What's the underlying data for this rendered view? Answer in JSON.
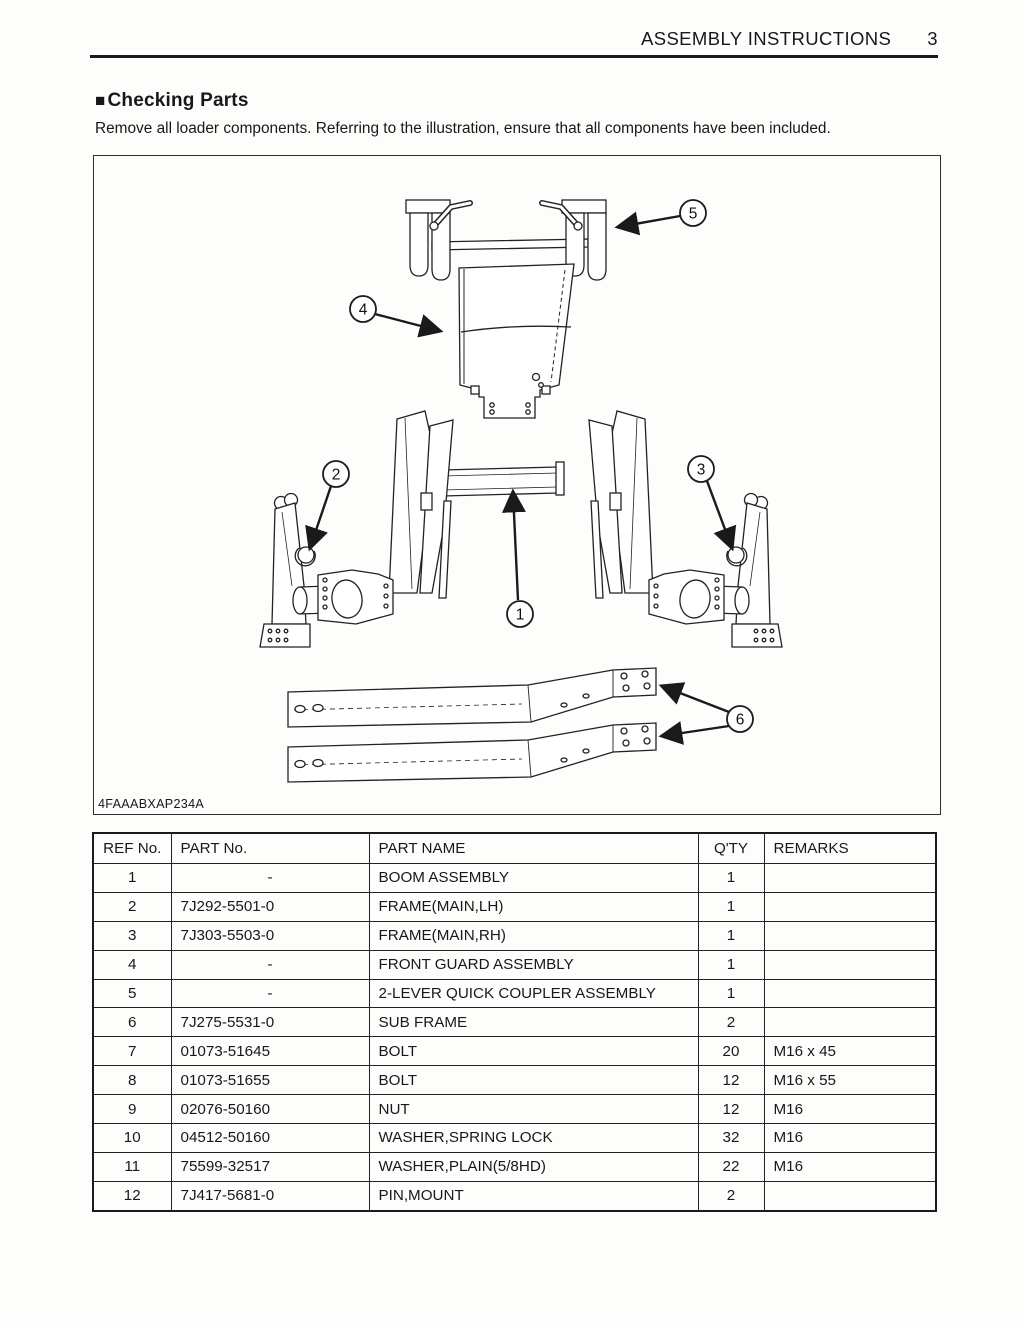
{
  "header": {
    "title": "ASSEMBLY INSTRUCTIONS",
    "page_number": "3"
  },
  "section": {
    "marker": "■",
    "title": "Checking Parts"
  },
  "intro": "Remove all loader components. Referring to the illustration, ensure that all components have been included.",
  "figure": {
    "code": "4FAAABXAP234A",
    "callouts": [
      "1",
      "2",
      "3",
      "4",
      "5",
      "6"
    ]
  },
  "table": {
    "headers": [
      "REF No.",
      "PART No.",
      "PART NAME",
      "Q'TY",
      "REMARKS"
    ],
    "rows": [
      [
        "1",
        "-",
        "BOOM ASSEMBLY",
        "1",
        ""
      ],
      [
        "2",
        "7J292-5501-0",
        "FRAME(MAIN,LH)",
        "1",
        ""
      ],
      [
        "3",
        "7J303-5503-0",
        "FRAME(MAIN,RH)",
        "1",
        ""
      ],
      [
        "4",
        "-",
        "FRONT GUARD ASSEMBLY",
        "1",
        ""
      ],
      [
        "5",
        "-",
        "2-LEVER QUICK COUPLER ASSEMBLY",
        "1",
        ""
      ],
      [
        "6",
        "7J275-5531-0",
        "SUB FRAME",
        "2",
        ""
      ],
      [
        "7",
        "01073-51645",
        "BOLT",
        "20",
        "M16 x 45"
      ],
      [
        "8",
        "01073-51655",
        "BOLT",
        "12",
        "M16 x 55"
      ],
      [
        "9",
        "02076-50160",
        "NUT",
        "12",
        "M16"
      ],
      [
        "10",
        "04512-50160",
        "WASHER,SPRING LOCK",
        "32",
        "M16"
      ],
      [
        "11",
        "75599-32517",
        "WASHER,PLAIN(5/8HD)",
        "22",
        "M16"
      ],
      [
        "12",
        "7J417-5681-0",
        "PIN,MOUNT",
        "2",
        ""
      ]
    ]
  },
  "colors": {
    "ink": "#1a1a1a",
    "paper": "#fdfdfc"
  }
}
